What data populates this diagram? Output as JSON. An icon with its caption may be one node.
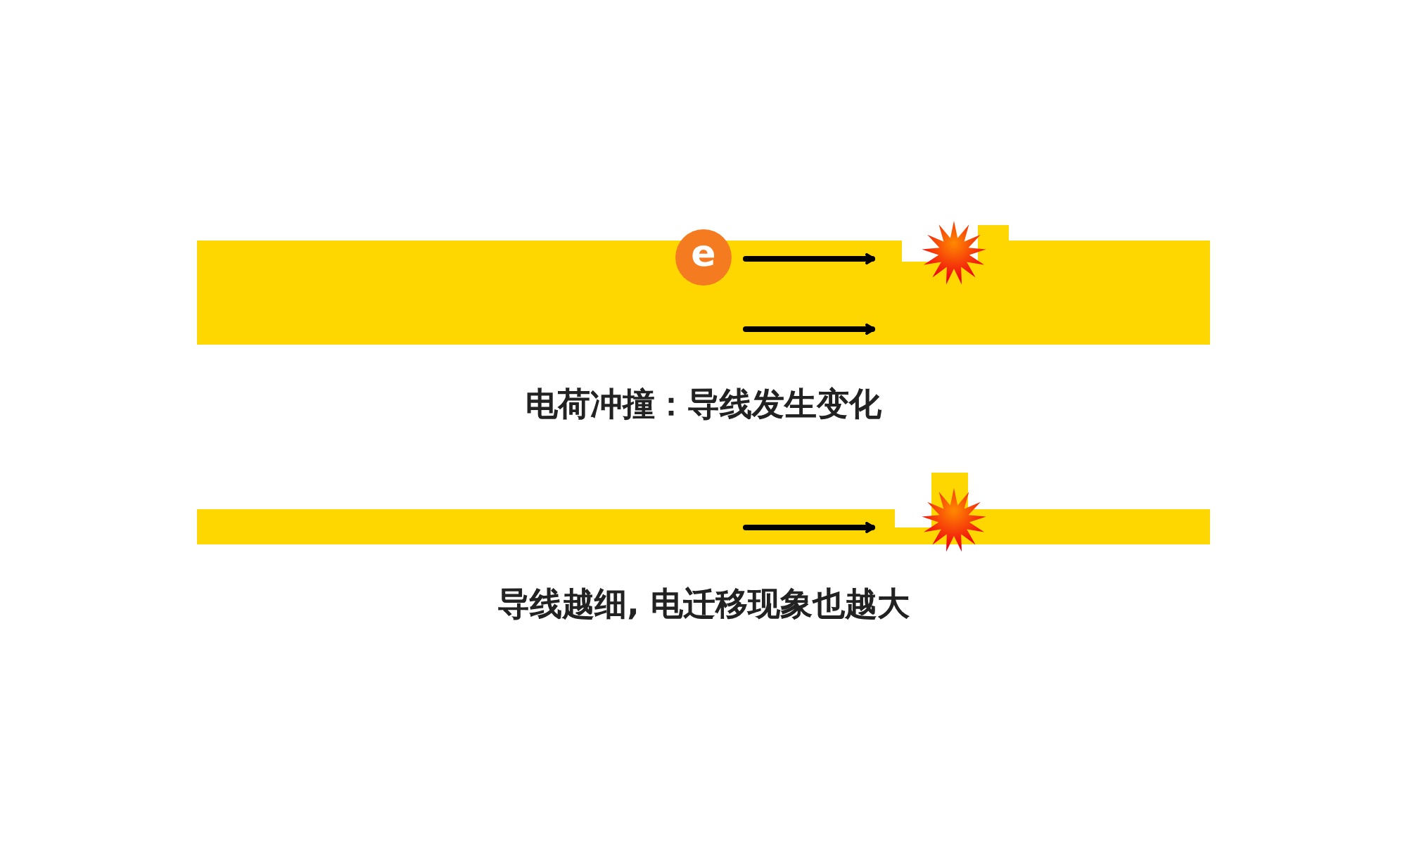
{
  "diagram": {
    "nodes": [
      {
        "text": [
          "e"
        ]
      }
    ],
    "labels": [
      "电荷冲撞：导线发生变化",
      "导线越细, 电迁移现象也越大"
    ]
  }
}
